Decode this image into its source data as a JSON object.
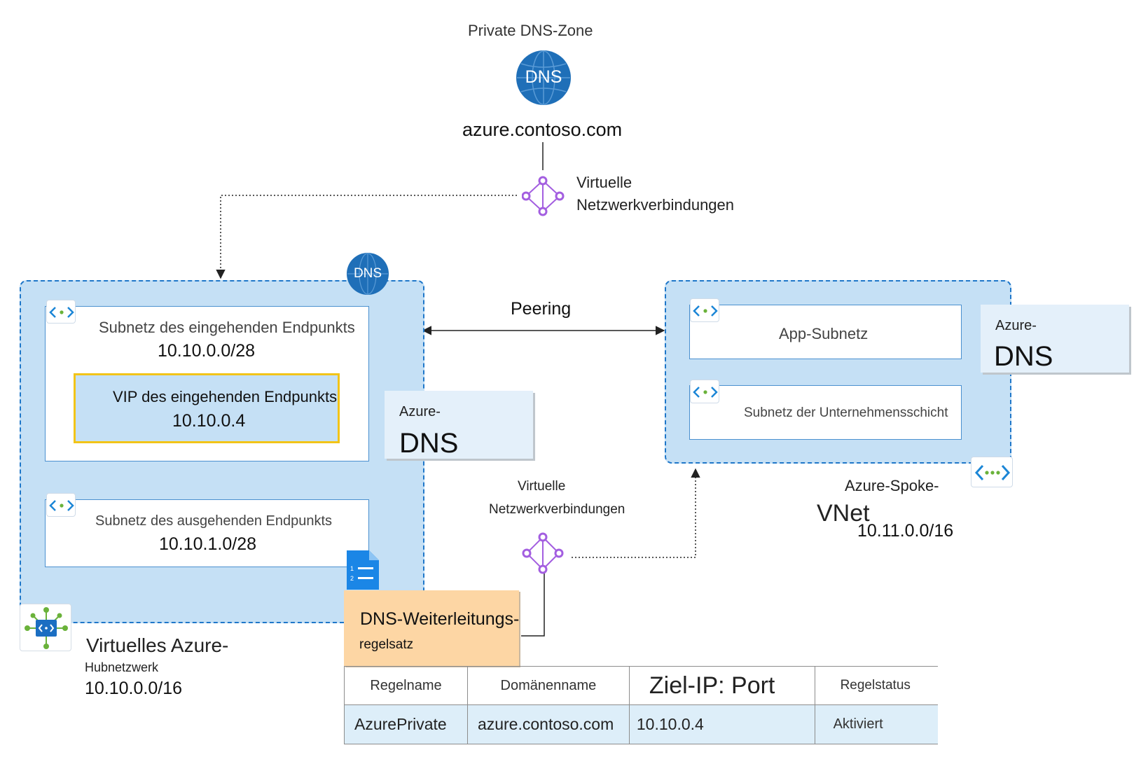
{
  "private_zone": {
    "title": "Private DNS-Zone",
    "globe_label": "DNS",
    "domain": "azure.contoso.com"
  },
  "vnet_link_top": {
    "line1": "Virtuelle",
    "line2": "Netzwerkverbindungen"
  },
  "hub": {
    "dns_badge": "DNS",
    "inbound_subnet": {
      "label": "Subnetz des eingehenden Endpunkts",
      "cidr": "10.10.0.0/28"
    },
    "inbound_vip": {
      "label": "VIP des eingehenden Endpunkts",
      "ip": "10.10.0.4"
    },
    "outbound_subnet": {
      "label": "Subnetz des ausgehenden Endpunkts",
      "cidr": "10.10.1.0/28"
    },
    "title_line1": "Virtuelles Azure-",
    "title_line2": "Hubnetzwerk",
    "cidr": "10.10.0.0/16"
  },
  "azure_dns_hub": {
    "line1": "Azure-",
    "line2": "DNS"
  },
  "peering": {
    "label": "Peering"
  },
  "spoke": {
    "app_subnet": "App-Subnetz",
    "business_subnet": "Subnetz der Unternehmensschicht",
    "title_line1": "Azure-Spoke-",
    "title_line2": "VNet",
    "cidr": "10.11.0.0/16"
  },
  "azure_dns_spoke": {
    "line1": "Azure-",
    "line2": "DNS"
  },
  "vnet_link_bottom": {
    "line1": "Virtuelle",
    "line2": "Netzwerkverbindungen"
  },
  "ruleset": {
    "line1": "DNS-Weiterleitungs-",
    "line2": "regelsatz"
  },
  "rules_table": {
    "headers": [
      "Regelname",
      "Domänenname",
      "Ziel-IP: Port",
      "Regelstatus"
    ],
    "rows": [
      [
        "AzurePrivate",
        "azure.contoso.com",
        "10.10.0.4",
        "Aktiviert"
      ]
    ]
  },
  "colors": {
    "panel_fill": "#c5e0f5",
    "panel_border": "#1f77c9",
    "vip_border": "#f2c418",
    "ruleset_fill": "#fdd6a4",
    "link_icon": "#a35ee0",
    "dns_globe": "#1f6fb8"
  }
}
